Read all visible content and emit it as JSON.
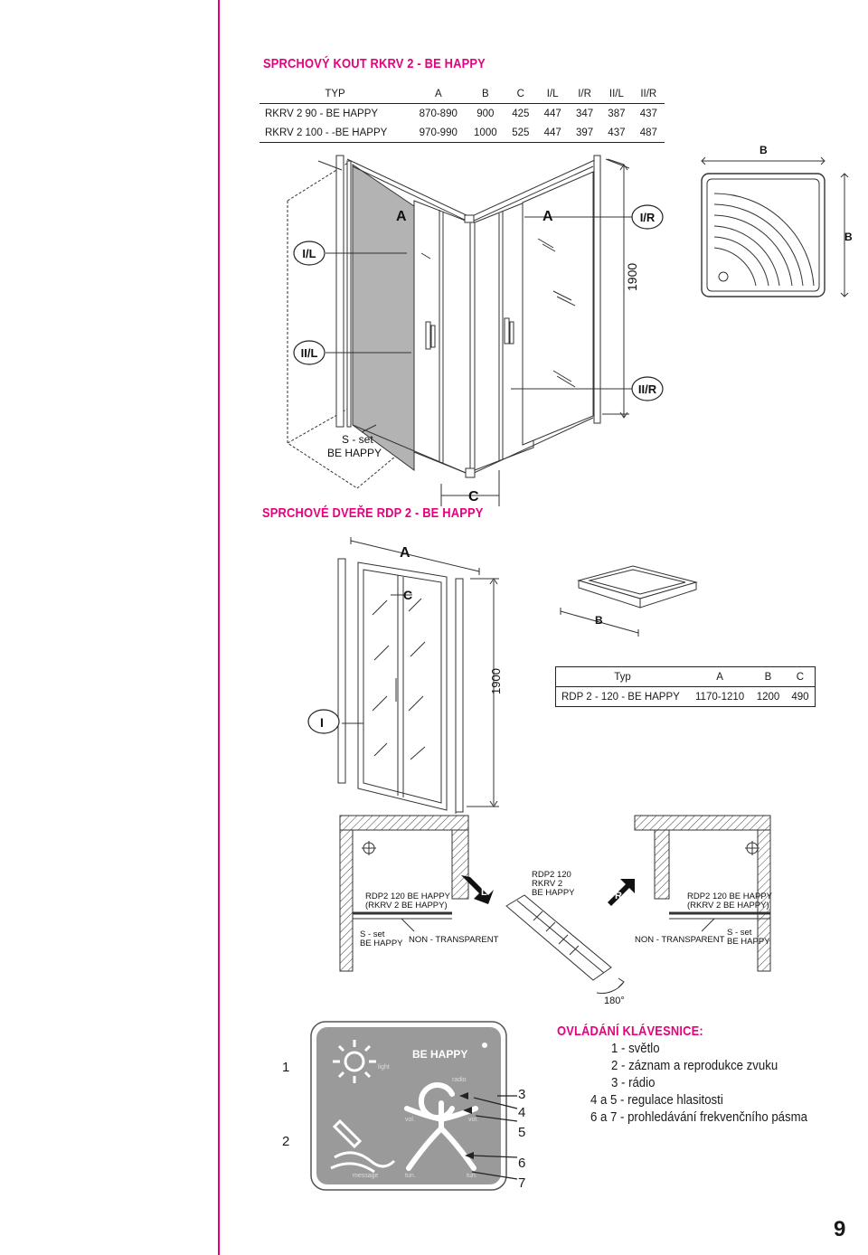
{
  "page_number": "9",
  "section1": {
    "title": "SPRCHOVÝ KOUT RKRV 2 - BE HAPPY",
    "table": {
      "headers": [
        "TYP",
        "A",
        "B",
        "C",
        "I/L",
        "I/R",
        "II/L",
        "II/R"
      ],
      "rows": [
        [
          "RKRV 2 90 - BE HAPPY",
          "870-890",
          "900",
          "425",
          "447",
          "347",
          "387",
          "437"
        ],
        [
          "RKRV 2 100 - -BE HAPPY",
          "970-990",
          "1000",
          "525",
          "447",
          "397",
          "437",
          "487"
        ]
      ]
    },
    "diagram": {
      "label_A1": "A",
      "label_A2": "A",
      "label_IR": "I/R",
      "label_IL": "I/L",
      "label_IIL": "II/L",
      "label_IIR": "II/R",
      "label_height": "1900",
      "label_C": "C",
      "set_line1": "S - set",
      "set_line2": "BE HAPPY",
      "tray_B_top": "B",
      "tray_B_right": "B"
    }
  },
  "section2": {
    "title": "SPRCHOVÉ DVEŘE RDP 2 - BE HAPPY",
    "diagram": {
      "label_A": "A",
      "label_C": "C",
      "label_B": "B",
      "label_I": "I",
      "label_height": "1900"
    },
    "table": {
      "headers": [
        "Typ",
        "A",
        "B",
        "C"
      ],
      "rows": [
        [
          "RDP 2 - 120 - BE HAPPY",
          "1170-1210",
          "1200",
          "490"
        ]
      ]
    }
  },
  "plan": {
    "left_label_1": "RDP2 120 BE HAPPY",
    "left_label_2": "(RKRV 2 BE HAPPY)",
    "left_set_1": "S - set",
    "left_set_2": "BE HAPPY",
    "left_non": "NON - TRANSPARENT",
    "arrow_L": "L",
    "center_1": "RDP2 120",
    "center_2": "RKRV 2",
    "center_3": "BE HAPPY",
    "arrow_R": "R",
    "right_label_1": "RDP2 120 BE HAPPY",
    "right_label_2": "(RKRV 2 BE HAPPY)",
    "right_non": "NON - TRANSPARENT",
    "right_set_1": "S - set",
    "right_set_2": "BE HAPPY",
    "rotation": "180°"
  },
  "keypad": {
    "brand": "BE HAPPY",
    "light": "light",
    "radio": "radio",
    "vol_left": "vol.",
    "vol_right": "vol.",
    "message": "message",
    "tun_left": "tun.",
    "tun_right": "tun.",
    "callouts_left": [
      "1",
      "2"
    ],
    "callouts_right": [
      "3",
      "4",
      "5",
      "6",
      "7"
    ]
  },
  "legend": {
    "title": "OVLÁDÁNÍ KLÁVESNICE:",
    "items": [
      "1 - světlo",
      "2 - záznam a reprodukce zvuku",
      "3 - rádio",
      "4 a 5 - regulace hlasitosti",
      "6 a 7 - prohledávání frekvenčního pásma"
    ]
  }
}
